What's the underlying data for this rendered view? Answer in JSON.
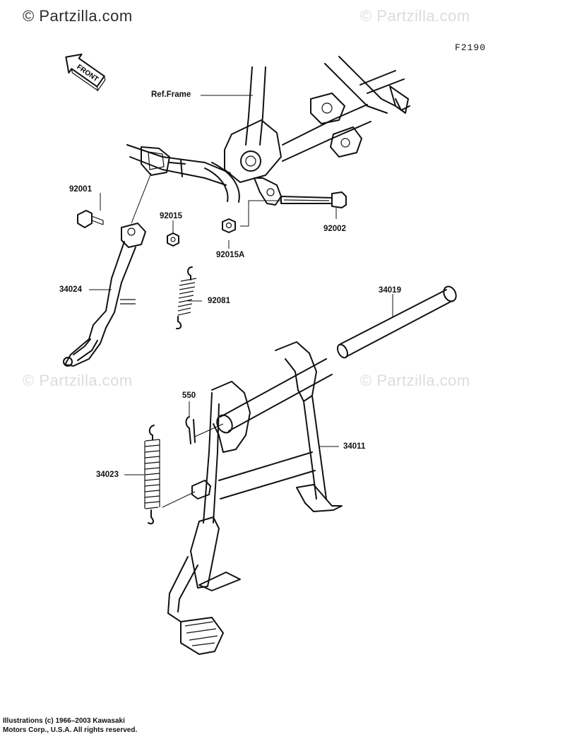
{
  "watermark": {
    "main": "© Partzilla.com",
    "faint": "© Partzilla.com"
  },
  "figure_code": "F2190",
  "front_arrow_label": "FRONT",
  "callouts": {
    "ref_frame": "Ref.Frame",
    "p92001": "92001",
    "p92015": "92015",
    "p92015A": "92015A",
    "p92002": "92002",
    "p34024": "34024",
    "p92081": "92081",
    "p34019": "34019",
    "p550": "550",
    "p34011": "34011",
    "p34023": "34023"
  },
  "copyright": {
    "line1": "Illustrations (c) 1966–2003 Kawasaki",
    "line2": "Motors Corp., U.S.A.  All rights reserved."
  }
}
